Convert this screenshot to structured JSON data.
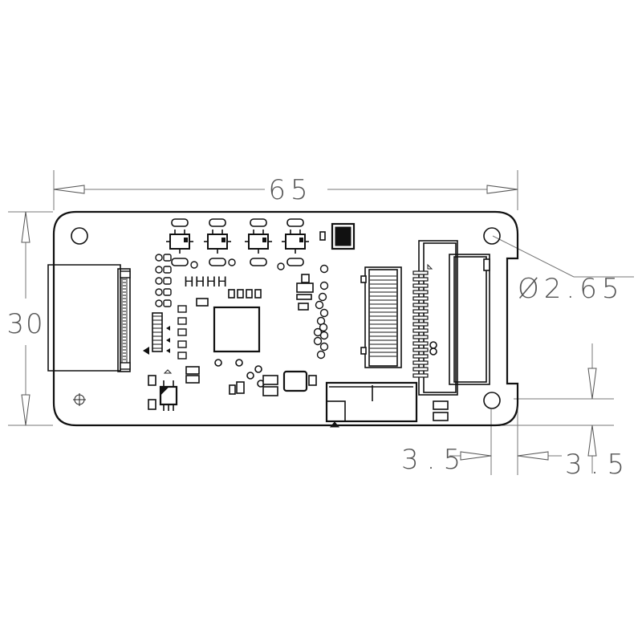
{
  "dimensions": {
    "width": "65",
    "height": "30",
    "hole_diameter": "Ø2.65",
    "edge_offset_x": "3.5",
    "edge_offset_y": "3.5"
  },
  "silkscreen": {
    "label": "HHHH"
  }
}
